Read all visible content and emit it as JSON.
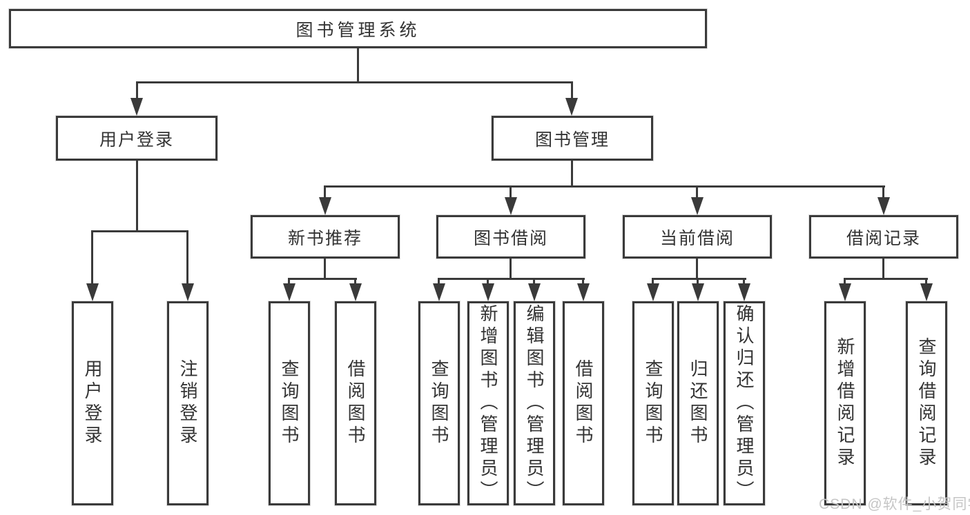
{
  "diagram": {
    "title": "图书管理系统",
    "nodes": {
      "root": "图书管理系统",
      "login": "用户登录",
      "manage": "图书管理",
      "rec": "新书推荐",
      "borrow": "图书借阅",
      "current": "当前借阅",
      "records": "借阅记录",
      "login_user": "用户登录",
      "login_logout": "注销登录",
      "rec_query": "查询图书",
      "rec_borrow": "借阅图书",
      "borrow_query": "查询图书",
      "borrow_add": "新增图书（管理员）",
      "borrow_edit": "编辑图书（管理员）",
      "borrow_borrow": "借阅图书",
      "current_query": "查询图书",
      "current_return": "归还图书",
      "current_confirm": "确认归还（管理员）",
      "records_add": "新增借阅记录",
      "records_query": "查询借阅记录"
    },
    "watermark": "CSDN @软件_小贺同学",
    "colors": {
      "line": "#3a3a3a",
      "text": "#333333",
      "background": "#ffffff",
      "watermark": "#c5c5c5"
    }
  }
}
